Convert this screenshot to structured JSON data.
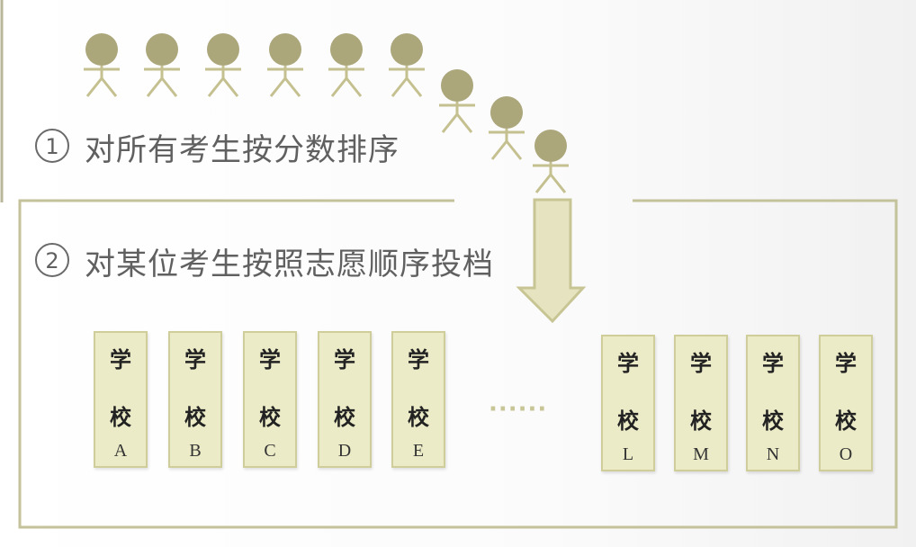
{
  "steps": [
    {
      "number": "1",
      "text": "对所有考生按分数排序"
    },
    {
      "number": "2",
      "text": "对某位考生按照志愿顺序投档"
    }
  ],
  "schools": [
    {
      "label1": "学",
      "label2": "校",
      "letter": "A"
    },
    {
      "label1": "学",
      "label2": "校",
      "letter": "B"
    },
    {
      "label1": "学",
      "label2": "校",
      "letter": "C"
    },
    {
      "label1": "学",
      "label2": "校",
      "letter": "D"
    },
    {
      "label1": "学",
      "label2": "校",
      "letter": "E"
    },
    {
      "label1": "学",
      "label2": "校",
      "letter": "L"
    },
    {
      "label1": "学",
      "label2": "校",
      "letter": "M"
    },
    {
      "label1": "学",
      "label2": "校",
      "letter": "N"
    },
    {
      "label1": "学",
      "label2": "校",
      "letter": "O"
    }
  ],
  "ellipsis": "······",
  "colors": {
    "figure_head": "#aca67b",
    "figure_line": "#c4c08f",
    "arrow_fill": "#e6e4c0",
    "arrow_stroke": "#c8c595",
    "box_fill": "#ecebc7",
    "box_border": "#cfcd9a",
    "frame": "#c4c29a",
    "text": "#606060"
  },
  "figure_count": 9
}
